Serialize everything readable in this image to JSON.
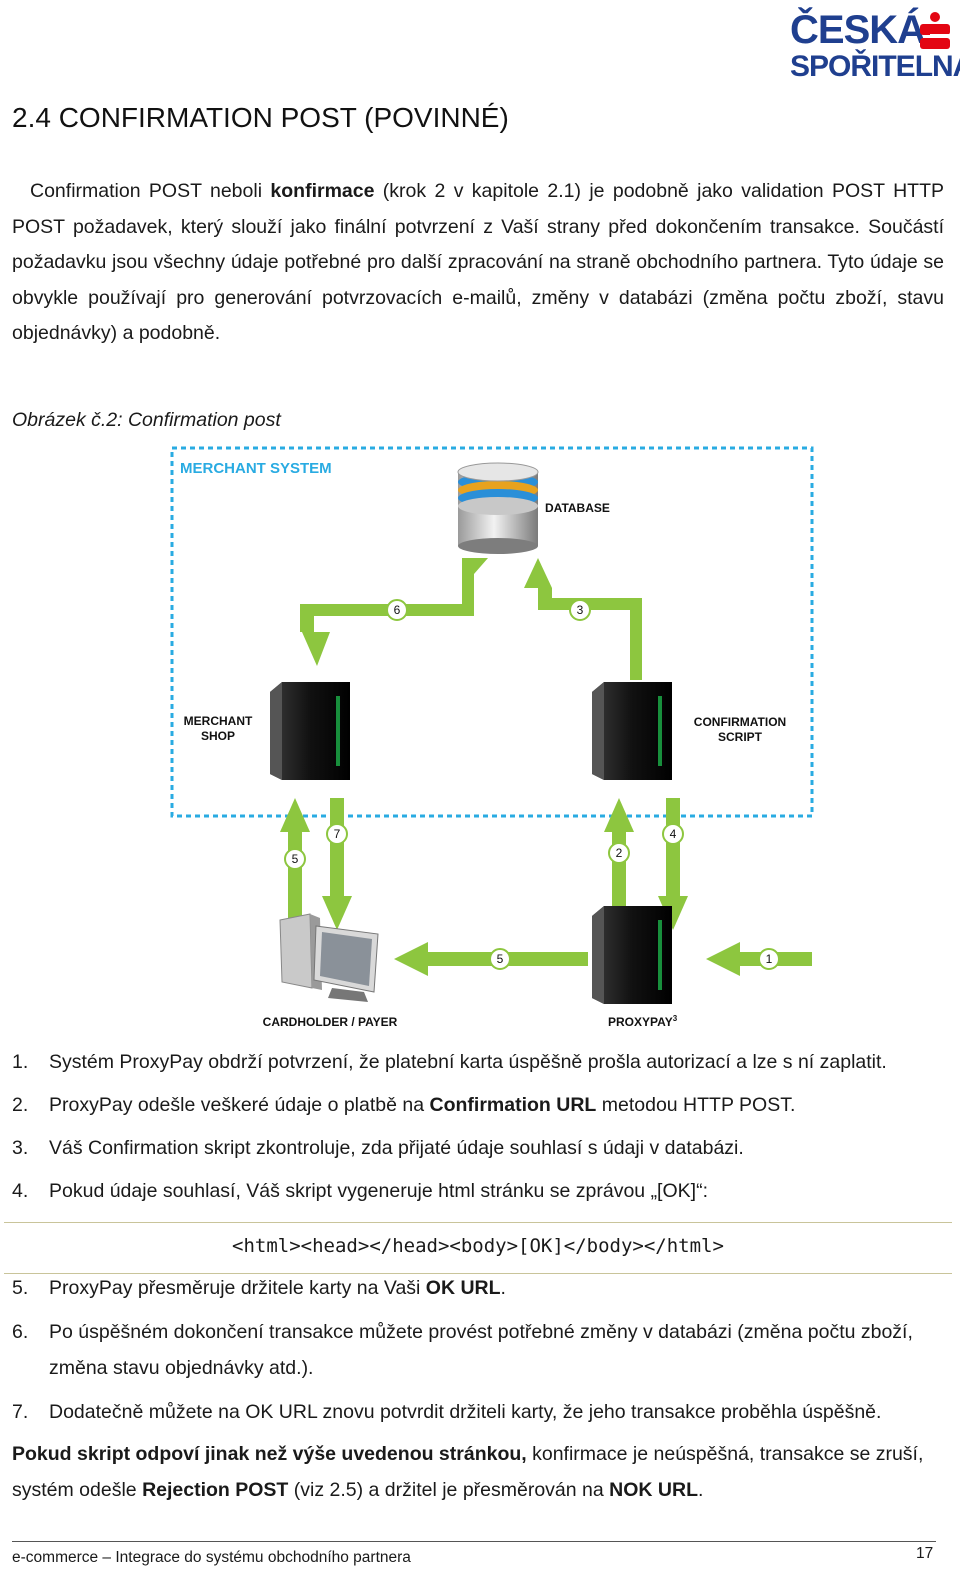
{
  "logo": {
    "line1": "ČESKÁ",
    "line2": "SPOŘITELNA"
  },
  "heading": "2.4 CONFIRMATION POST (POVINNÉ)",
  "intro": {
    "p1": "Confirmation POST neboli ",
    "p1_bold": "konfirmace",
    "p2": " (krok 2 v kapitole 2.1) je podobně jako validation POST HTTP POST požadavek, který slouží jako finální potvrzení z Vaší strany před dokončením transakce. Součástí požadavku jsou všechny údaje potřebné pro další zpracování na straně obchodního partnera. Tyto údaje se obvykle používají pro generování potvrzovacích e-mailů, změny v databázi (změna počtu zboží, stavu objednávky) a podobně."
  },
  "figure_caption": "Obrázek č.2: Confirmation post",
  "diagram": {
    "merchant_system": "MERCHANT SYSTEM",
    "database": "DATABASE",
    "merchant_shop_1": "MERCHANT",
    "merchant_shop_2": "SHOP",
    "confirmation_script_1": "CONFIRMATION",
    "confirmation_script_2": "SCRIPT",
    "cardholder": "CARDHOLDER / PAYER",
    "proxypay": "PROXYPAY",
    "proxypay_sup": "3",
    "badges": {
      "b6": "6",
      "b3": "3",
      "b7": "7",
      "b5a": "5",
      "b2": "2",
      "b4": "4",
      "b5b": "5",
      "b1": "1"
    },
    "colors": {
      "arrow": "#8dc63f",
      "dashed_border": "#29abe2",
      "title": "#29abe2"
    }
  },
  "steps": [
    {
      "num": "1.",
      "text": "Systém ProxyPay obdrží potvrzení, že platební karta úspěšně prošla autorizací a lze s ní zaplatit."
    },
    {
      "num": "2.",
      "pre": "ProxyPay odešle veškeré údaje o platbě na ",
      "bold": "Confirmation URL",
      "post": " metodou HTTP POST."
    },
    {
      "num": "3.",
      "text": "Váš Confirmation skript zkontroluje, zda přijaté údaje souhlasí s údaji v databázi."
    },
    {
      "num": "4.",
      "text": "Pokud údaje souhlasí, Váš skript vygeneruje html stránku se zprávou „[OK]“:"
    }
  ],
  "code": "<html><head></head><body>[OK]</body></html>",
  "steps2": [
    {
      "num": "5.",
      "pre": "ProxyPay přesměruje držitele karty na Vaši ",
      "bold": "OK URL",
      "post": "."
    },
    {
      "num": "6.",
      "text": "Po úspěšném dokončení transakce můžete provést potřebné změny v databázi (změna počtu zboží, změna stavu objednávky atd.)."
    },
    {
      "num": "7.",
      "text": "Dodatečně můžete na OK URL znovu potvrdit držiteli karty, že jeho transakce proběhla úspěšně."
    }
  ],
  "final": {
    "bold1": "Pokud skript odpoví jinak než výše uvedenou stránkou,",
    "t1": " konfirmace je neúspěšná, transakce se zruší, systém odešle ",
    "bold2": "Rejection POST",
    "t2": " (viz 2.5) a držitel je přesměrován na ",
    "bold3": "NOK URL",
    "t3": "."
  },
  "footer": {
    "text": "e-commerce – Integrace do systému obchodního partnera",
    "page": "17"
  }
}
